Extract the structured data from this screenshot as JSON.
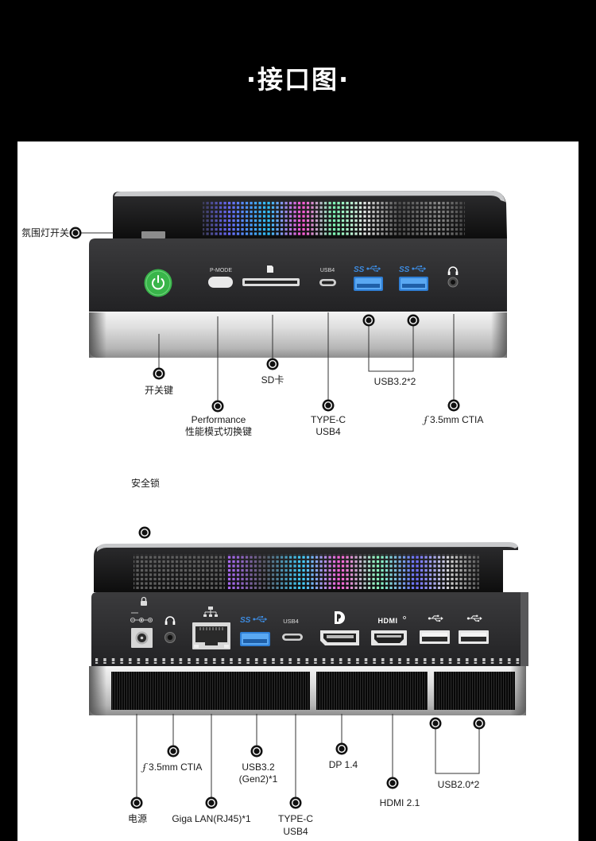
{
  "title": "·接口图·",
  "colors": {
    "page_background": "#000000",
    "panel_background": "#ffffff",
    "power_button": "#39b54a",
    "usb3_blue": "#2f7fd6",
    "callout_line": "#333333"
  },
  "front_view": {
    "ambient_light_switch_label": "氛围灯开关",
    "panel": {
      "p_mode": "P-MODE",
      "usb4": "USB4",
      "ss_logo": "SS"
    },
    "callouts": {
      "power": "开关键",
      "performance": [
        "Performance",
        "性能模式切换键"
      ],
      "sd_card": "SD卡",
      "type_c": [
        "TYPE-C",
        "USB4"
      ],
      "usb32": "USB3.2*2",
      "audio": "3.5mm CTIA"
    },
    "icons": [
      "power-icon",
      "sd-card-icon",
      "usb-superspeed-icon",
      "headphone-icon",
      "audio-jack-icon"
    ]
  },
  "rear_view": {
    "security_lock_label": "安全锁",
    "panel": {
      "usb4": "USB4",
      "ss_logo": "SS",
      "hdmi_logo": "HDMI"
    },
    "callouts": {
      "power": "电源",
      "audio": "3.5mm CTIA",
      "lan": "Giga LAN(RJ45)*1",
      "usb32": [
        "USB3.2",
        "(Gen2)*1"
      ],
      "type_c": [
        "TYPE-C",
        "USB4"
      ],
      "dp": "DP 1.4",
      "hdmi": "HDMI 2.1",
      "usb20": "USB2.0*2"
    },
    "icons": [
      "lock-icon",
      "dc-polarity-icon",
      "headphone-icon",
      "lan-icon",
      "usb-superspeed-icon",
      "displayport-icon",
      "hdmi-logo",
      "usb-icon",
      "audio-jack-icon"
    ]
  }
}
